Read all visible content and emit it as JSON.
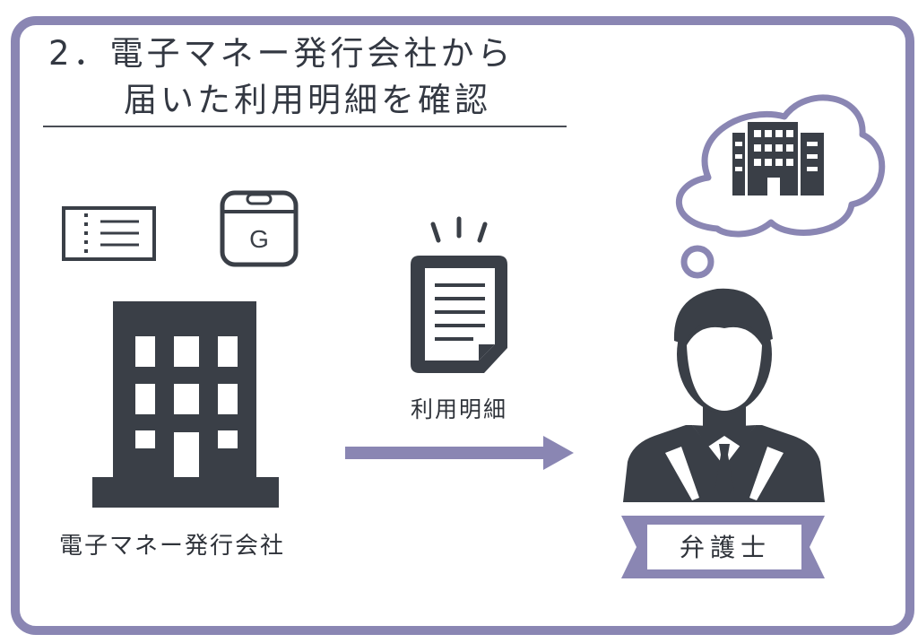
{
  "title": {
    "line1": "2．電子マネー発行会社から",
    "line2": "届いた利用明細を確認"
  },
  "labels": {
    "company": "電子マネー発行会社",
    "statement": "利用明細",
    "lawyer": "弁護士"
  },
  "icons": {
    "ticket": "ticket-icon",
    "giftcard": "gift-card-icon",
    "giftcard_letter": "G",
    "company": "office-building-icon",
    "statement": "statement-document-icon",
    "arrow": "arrow-right-icon",
    "lawyer": "lawyer-person-icon",
    "thought": "thought-bubble-icon",
    "thought_building": "building-icon"
  },
  "colors": {
    "accent": "#8a86b3",
    "dark": "#3a3f47"
  }
}
